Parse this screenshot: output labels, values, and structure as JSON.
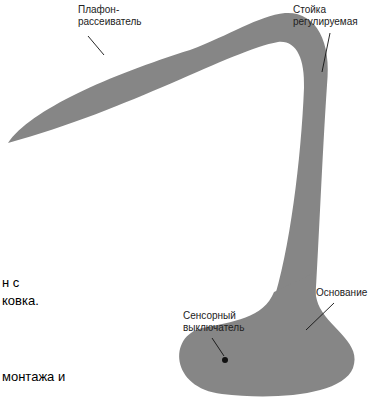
{
  "diagram": {
    "labels": [
      "Плафон-рассеиватель",
      "Стойка регулируемая",
      "Основание",
      "Сенсорный выключатель",
      "н с",
      "ковка.",
      "монтажа и"
    ]
  }
}
